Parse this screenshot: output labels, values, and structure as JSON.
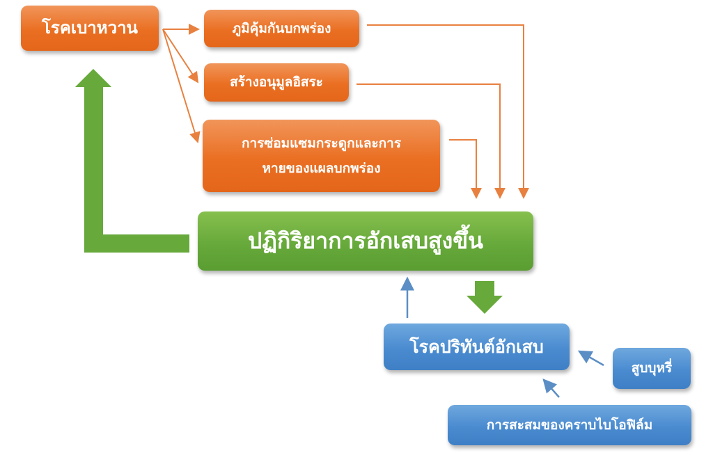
{
  "colors": {
    "orange": "#ea6f22",
    "green": "#67a93b",
    "blue": "#4a8bd0",
    "orange_line": "#e8803f",
    "blue_line": "#5b8ec4"
  },
  "nodes": {
    "diabetes": "โรคเบาหวาน",
    "immune_deficiency": "ภูมิคุ้มกันบกพร่อง",
    "free_radicals": "สร้างอนุมูลอิสระ",
    "bone_repair": "การซ่อมแซมกระดูกและการหายของแผลบกพร่อง",
    "inflammation": "ปฏิกิริยาการอักเสบสูงขึ้น",
    "periodontitis": "โรคปริทันต์อักเสบ",
    "smoking": "สูบบุหรี่",
    "biofilm": "การสะสมของคราบไบโอฟิล์ม"
  }
}
